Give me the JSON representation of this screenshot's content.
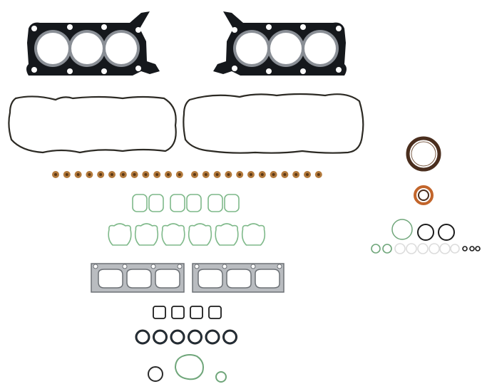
{
  "image": {
    "subject": "engine-full-gasket-set",
    "background_color": "#ffffff"
  },
  "palette": {
    "head_gasket": "#15181c",
    "head_gasket_ring": "#8a8f96",
    "cover_gasket": "#2c2a24",
    "valve_seal": "#b37a3c",
    "valve_seal_cap": "#5a3715",
    "intake_gasket": "#7fb98a",
    "exhaust_gasket": "#b9bcc0",
    "exhaust_gasket_edge": "#6d7176",
    "oring_black": "#1c1c1c",
    "seal_brown": "#4a2e1e",
    "seal_orange": "#c2652b",
    "green_ring": "#6fa67a",
    "white_ring": "#dcdcdc"
  },
  "parts": {
    "head_gaskets": 2,
    "valve_cover_gaskets": 2,
    "valve_stem_seals": 24,
    "small_intake_gaskets": 6,
    "large_intake_gaskets": 6,
    "exhaust_manifold_gaskets": 2,
    "square_seals": 4,
    "black_orings": 6,
    "rear_main_seals": 1,
    "front_seals": 1,
    "misc_rings": 12
  }
}
